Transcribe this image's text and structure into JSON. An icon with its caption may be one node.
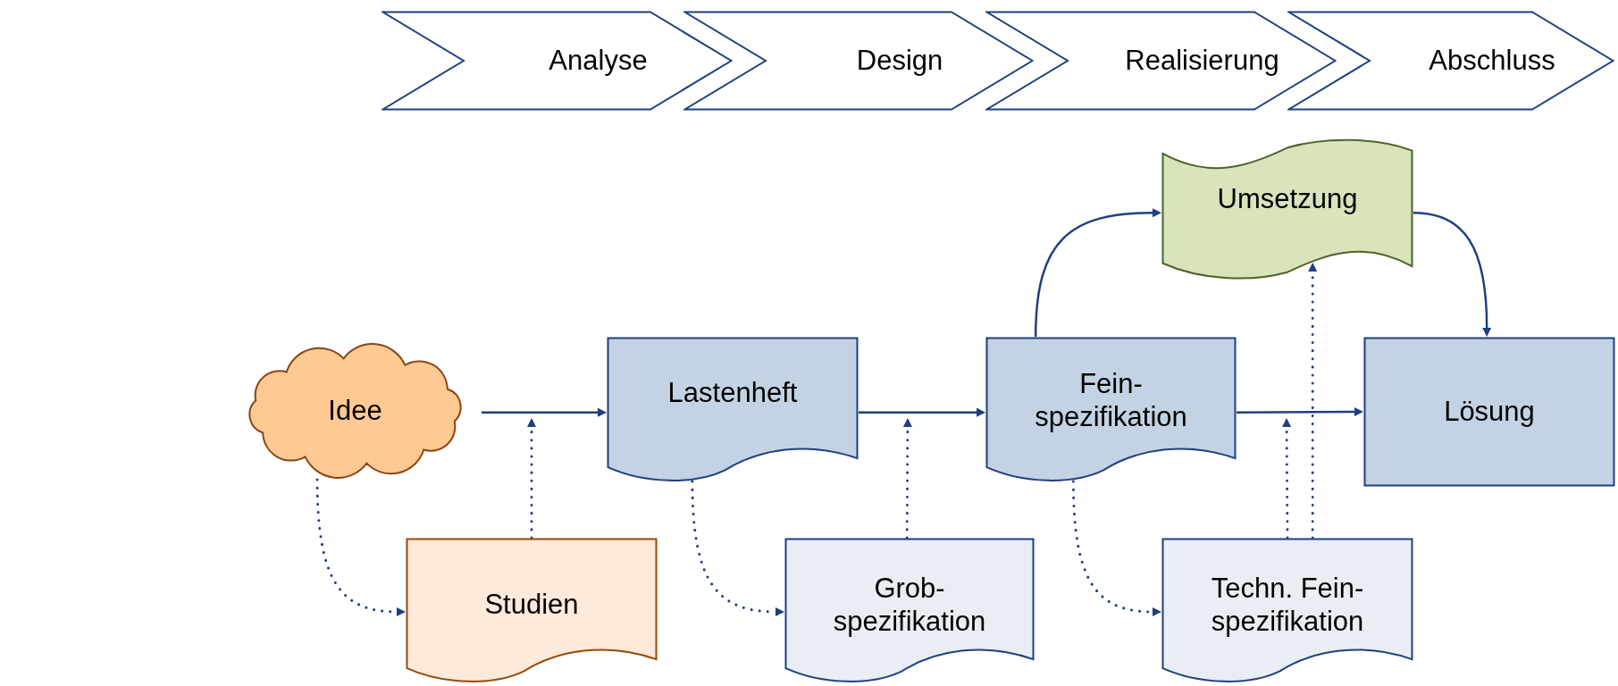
{
  "diagram": {
    "nodes": [
      {
        "text": [
          "Analyse"
        ]
      },
      {
        "text": [
          "Design"
        ]
      },
      {
        "text": [
          "Realisierung"
        ]
      },
      {
        "text": [
          "Abschluss"
        ]
      },
      {
        "text": [
          "Umsetzung"
        ]
      },
      {
        "text": [
          "Idee"
        ]
      },
      {
        "text": [
          "Lastenheft"
        ]
      },
      {
        "text": [
          "Fein- spezifikation"
        ]
      },
      {
        "text": [
          "Lösung"
        ]
      },
      {
        "text": [
          "Studien"
        ]
      },
      {
        "text": [
          "Grob- spezifikation"
        ]
      },
      {
        "text": [
          "Techn. Fein- spezifikation"
        ]
      }
    ],
    "edges": [
      {
        "from": 5,
        "to": 6,
        "arrow": "to"
      },
      {
        "from": 6,
        "to": 7,
        "arrow": "to"
      },
      {
        "from": 7,
        "to": 8,
        "arrow": "to"
      },
      {
        "from": 7,
        "to": 4,
        "arrow": "to"
      },
      {
        "from": 4,
        "to": 8,
        "arrow": "to"
      },
      {
        "from": 5,
        "to": 9,
        "arrow": "to",
        "style": "dashed"
      },
      {
        "from": 9,
        "to": null,
        "arrow": "to",
        "style": "dashed"
      },
      {
        "from": 6,
        "to": 10,
        "arrow": "to",
        "style": "dashed"
      },
      {
        "from": 10,
        "to": null,
        "arrow": "to",
        "style": "dashed"
      },
      {
        "from": 7,
        "to": 11,
        "arrow": "to",
        "style": "dashed"
      },
      {
        "from": 11,
        "to": null,
        "arrow": "to",
        "style": "dashed"
      },
      {
        "from": 11,
        "to": 4,
        "arrow": "to",
        "style": "dashed"
      }
    ]
  }
}
